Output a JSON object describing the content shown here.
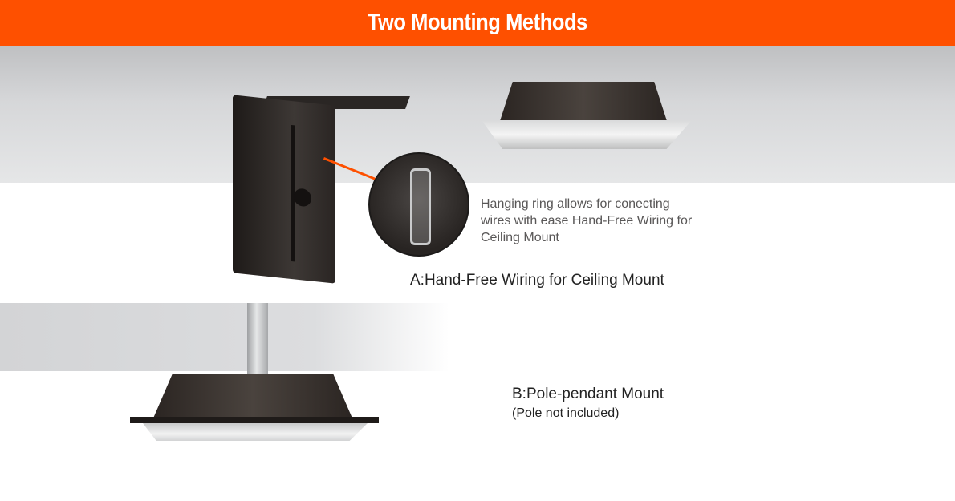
{
  "header": {
    "title": "Two Mounting Methods",
    "background": "#fe5000"
  },
  "method_a": {
    "description": "Hanging ring allows for conecting wires with ease Hand-Free Wiring for Ceiling Mount",
    "label": "A:Hand-Free Wiring for Ceiling Mount"
  },
  "method_b": {
    "label": "B:Pole-pendant Mount",
    "note": "(Pole not included)"
  }
}
